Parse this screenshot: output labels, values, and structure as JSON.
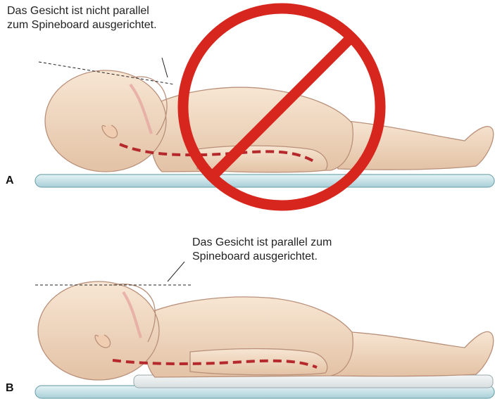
{
  "panel_a": {
    "label": "A",
    "caption_lines": [
      "Das Gesicht ist nicht parallel",
      "zum Spineboard ausgerichtet."
    ]
  },
  "panel_b": {
    "label": "B",
    "caption_lines": [
      "Das Gesicht ist parallel zum",
      "Spineboard ausgerichtet."
    ]
  },
  "colors": {
    "skin": "#f3dcc4",
    "skin_shade": "#dcb89a",
    "board": "#cfe7ec",
    "prohibition": "#d7261e",
    "spine_dash": "#b5282b"
  }
}
